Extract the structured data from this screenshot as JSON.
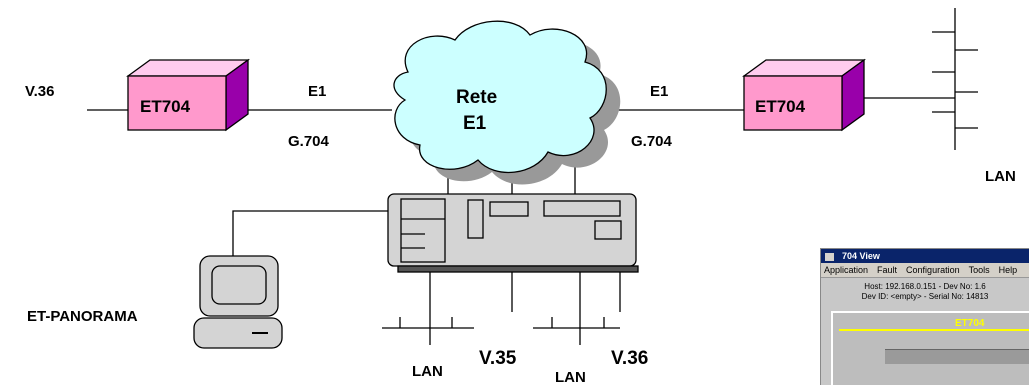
{
  "labels": {
    "v36_left": "V.36",
    "et704_left": "ET704",
    "e1_left": "E1",
    "g704_left": "G.704",
    "cloud_line1": "Rete",
    "cloud_line2": "E1",
    "e1_right": "E1",
    "g704_right": "G.704",
    "et704_right": "ET704",
    "lan_top_right": "LAN",
    "et_panorama": "ET-PANORAMA",
    "lan_bottom_left": "LAN",
    "v35": "V.35",
    "lan_bottom_mid": "LAN",
    "v36_bottom": "V.36"
  },
  "colors": {
    "et704_fill": "#ff99cc",
    "et704_top": "#ffccee",
    "et704_side": "#9900aa",
    "cloud_fill": "#ccffff",
    "cloud_shadow": "#999999",
    "computer_fill": "#d4d4d4",
    "line": "#000000"
  },
  "app_window": {
    "title": "704 View",
    "menu": [
      "Application",
      "Fault",
      "Configuration",
      "Tools",
      "Help"
    ],
    "info_line1": "Host: 192.168.0.151 - Dev No: 1.6",
    "info_line2": "Dev ID: <empty> - Serial No: 14813",
    "panel_label": "ET704"
  }
}
